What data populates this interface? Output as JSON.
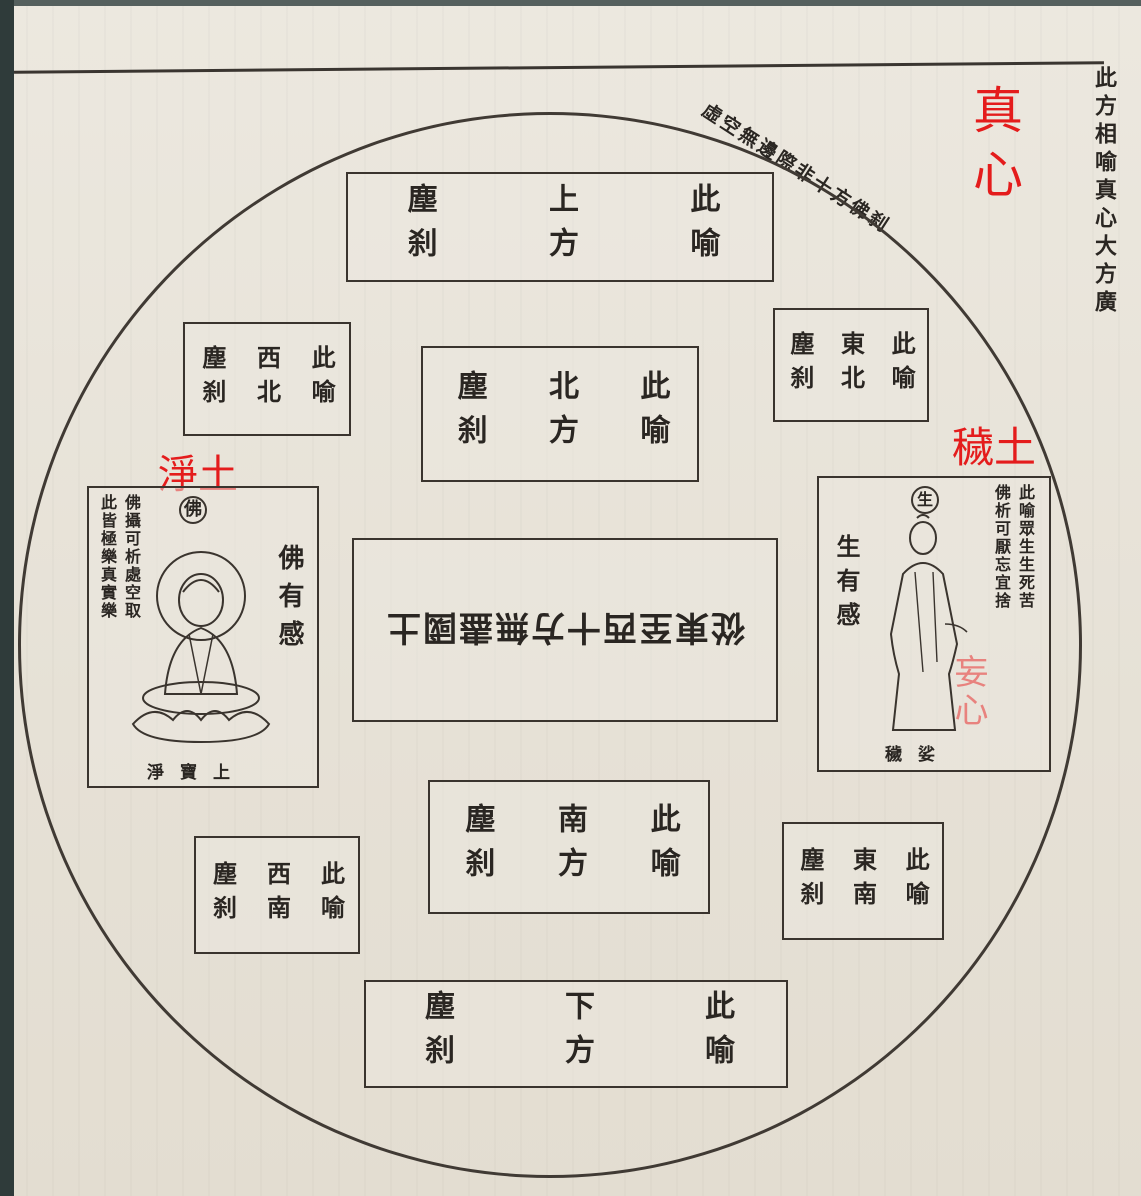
{
  "side_title": "此方相喻真心大方廣",
  "arc_caption": "虛空無邊際非十方佛刹",
  "annotations": {
    "zhenxin": "真心",
    "jingtu": "淨土",
    "huitu": "穢土",
    "anxin": "妄心"
  },
  "boxes": {
    "top": [
      "此喻",
      "上方",
      "塵刹"
    ],
    "north": [
      "此喻",
      "北方",
      "塵刹"
    ],
    "northwest": [
      "此喻",
      "西北",
      "塵刹"
    ],
    "northeast": [
      "此喻",
      "東北",
      "塵刹"
    ],
    "south": [
      "此喻",
      "南方",
      "塵刹"
    ],
    "southwest": [
      "此喻",
      "西南",
      "塵刹"
    ],
    "southeast": [
      "此喻",
      "東南",
      "塵刹"
    ],
    "bottom": [
      "此喻",
      "下方",
      "塵刹"
    ]
  },
  "center_text": "從東至西十方無盡國土",
  "buddha_panel": {
    "seal": "佛",
    "caption": [
      "佛攝可析處空取",
      "此皆極樂真實樂"
    ],
    "right_label": "佛有感",
    "footer": "淨寶上"
  },
  "sentient_panel": {
    "seal": "生",
    "caption": [
      "此喻眾生生死苦",
      "佛析可厭忘宜捨"
    ],
    "left_label": "生有感",
    "footer": "穢娑"
  }
}
